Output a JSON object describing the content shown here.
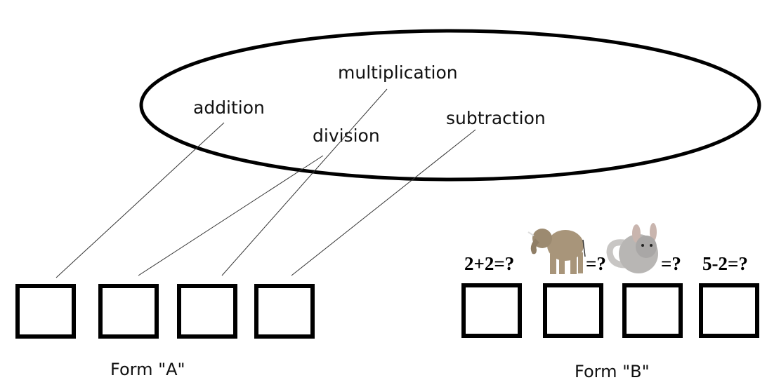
{
  "ellipse_terms": {
    "addition": "addition",
    "multiplication": "multiplication",
    "division": "division",
    "subtraction": "subtraction"
  },
  "form_a": {
    "label": "Form \"A\"",
    "box_count": 4
  },
  "form_b": {
    "label": "Form \"B\"",
    "equations": [
      "2+2=?",
      "=?",
      "=?",
      "5-2=?"
    ],
    "pictures": [
      "elephant",
      "chinchilla"
    ]
  },
  "colors": {
    "stroke": "#000000",
    "elephant": "#a8957a",
    "chinchilla": "#b8b6b4"
  }
}
